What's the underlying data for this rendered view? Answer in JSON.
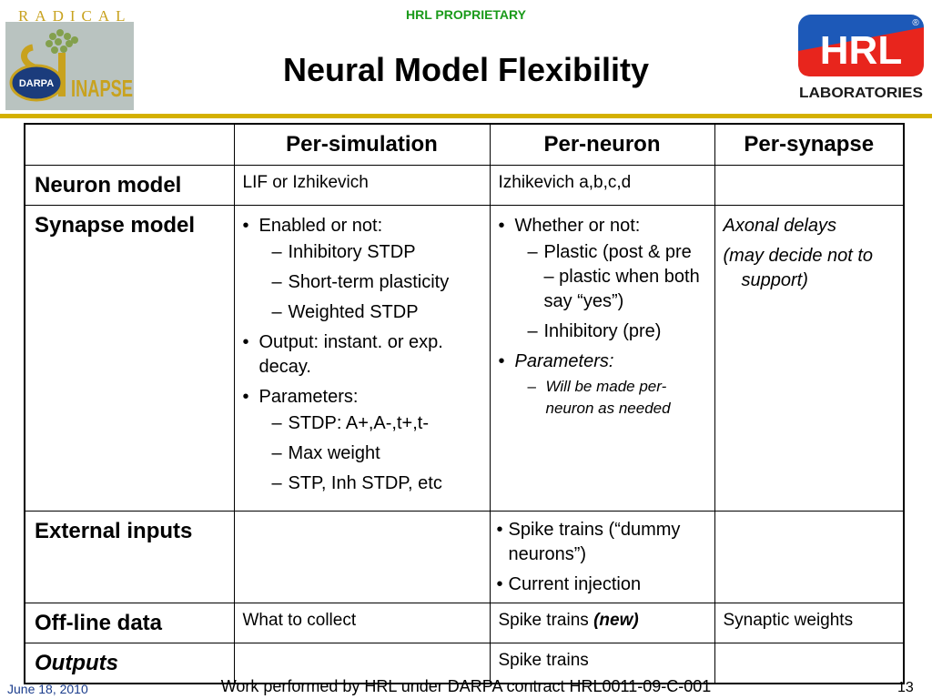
{
  "header": {
    "radical": "RADICAL",
    "left_logo_text": "INAPSE",
    "left_logo_seal_text": "DARPA",
    "proprietary": "HRL PROPRIETARY",
    "title": "Neural Model Flexibility",
    "hrl_logo_text": "HRL",
    "hrl_logo_sub": "LABORATORIES",
    "hrl_logo_reg": "®"
  },
  "table": {
    "headers": [
      "",
      "Per-simulation",
      "Per-neuron",
      "Per-synapse"
    ],
    "neuron_model": {
      "label": "Neuron model",
      "per_simulation": "LIF or Izhikevich",
      "per_neuron": "Izhikevich a,b,c,d",
      "per_synapse": ""
    },
    "synapse_model": {
      "label": "Synapse model",
      "per_simulation": {
        "b1": "Enabled or not:",
        "b1_sub": [
          "Inhibitory STDP",
          "Short-term plasticity",
          "Weighted STDP"
        ],
        "b2": "Output: instant. or exp. decay.",
        "b3": "Parameters:",
        "b3_sub": [
          "STDP: A+,A-,t+,t-",
          "Max weight",
          "STP, Inh STDP, etc"
        ]
      },
      "per_neuron": {
        "b1": "Whether or not:",
        "b1_sub": [
          "Plastic (post & pre – plastic when both say “yes”)",
          "Inhibitory (pre)"
        ],
        "b2": "Parameters:",
        "b2_sub": [
          "Will be made per-neuron as needed"
        ]
      },
      "per_synapse": {
        "line1": "Axonal delays",
        "line2": "(may decide not to support)"
      }
    },
    "external_inputs": {
      "label": "External inputs",
      "per_neuron": [
        "Spike trains (“dummy neurons”)",
        "Current injection"
      ]
    },
    "offline_data": {
      "label": "Off-line data",
      "per_simulation": "What to collect",
      "per_neuron": "Spike trains",
      "per_neuron_new": "(new)",
      "per_synapse": "Synaptic weights"
    },
    "outputs": {
      "label": "Outputs",
      "per_neuron": "Spike trains"
    }
  },
  "footer": {
    "date": "June 18, 2010",
    "center": "Work performed by HRL under DARPA contract HRL0011-09-C-001",
    "page": "13"
  }
}
